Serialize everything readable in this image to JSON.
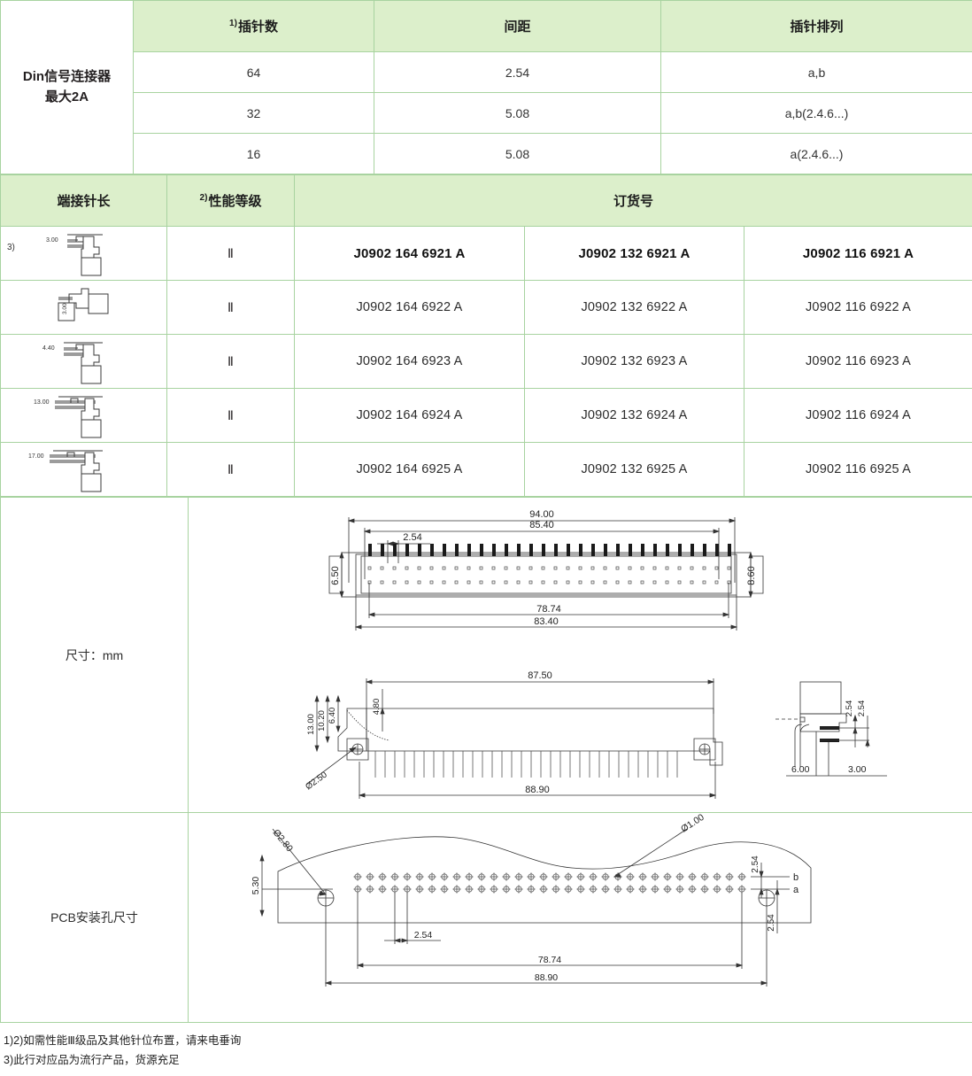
{
  "product": {
    "name_line1": "Din信号连接器",
    "name_line2": "最大2A"
  },
  "spec_table": {
    "headers": {
      "pin_count": "插针数",
      "pin_count_sup": "1)",
      "pitch": "间距",
      "arrangement": "插针排列"
    },
    "rows": [
      {
        "pin_count": "64",
        "pitch": "2.54",
        "arrangement": "a,b"
      },
      {
        "pin_count": "32",
        "pitch": "5.08",
        "arrangement": "a,b(2.4.6...)"
      },
      {
        "pin_count": "16",
        "pitch": "5.08",
        "arrangement": "a(2.4.6...)"
      }
    ]
  },
  "order_table": {
    "headers": {
      "pin_length": "端接针长",
      "grade": "性能等级",
      "grade_sup": "2)",
      "order_no": "订货号"
    },
    "rows": [
      {
        "footnote_marker": "3)",
        "pin_dim": "3.00",
        "pin_style": "short-horizontal",
        "grade": "Ⅱ",
        "orders": [
          "J0902 164 6921 A",
          "J0902 132 6921 A",
          "J0902 116 6921 A"
        ],
        "bold": true
      },
      {
        "footnote_marker": "",
        "pin_dim": "3.00",
        "pin_style": "vertical",
        "grade": "Ⅱ",
        "orders": [
          "J0902 164 6922 A",
          "J0902 132 6922 A",
          "J0902 116 6922 A"
        ],
        "bold": false
      },
      {
        "footnote_marker": "",
        "pin_dim": "4.40",
        "pin_style": "short-horizontal",
        "grade": "Ⅱ",
        "orders": [
          "J0902 164 6923 A",
          "J0902 132 6923 A",
          "J0902 116 6923 A"
        ],
        "bold": false
      },
      {
        "footnote_marker": "",
        "pin_dim": "13.00",
        "pin_style": "long-horizontal",
        "grade": "Ⅱ",
        "orders": [
          "J0902 164 6924 A",
          "J0902 132 6924 A",
          "J0902 116 6924 A"
        ],
        "bold": false
      },
      {
        "footnote_marker": "",
        "pin_dim": "17.00",
        "pin_style": "long-horizontal",
        "grade": "Ⅱ",
        "orders": [
          "J0902 164 6925 A",
          "J0902 132 6925 A",
          "J0902 116 6925 A"
        ],
        "bold": false
      }
    ]
  },
  "drawings": {
    "dimensions_label": "尺寸：mm",
    "pcb_label": "PCB安装孔尺寸",
    "front_view": {
      "overall_width": "94.00",
      "mounting_hole_span": "85.40",
      "pitch": "2.54",
      "height_left": "6.50",
      "height_right": "8.60",
      "pin_field_width": "78.74",
      "body_width": "83.40"
    },
    "side_view": {
      "top_width": "87.50",
      "bottom_width": "88.90",
      "tab_height": "4.80",
      "dim_13": "13.00",
      "dim_1020": "10.20",
      "dim_640": "6.40",
      "hole_dia": "Ø2.50"
    },
    "detail_view": {
      "pitch_upper": "2.54",
      "pitch_lower": "2.54",
      "left_offset": "6.00",
      "right_offset": "3.00"
    },
    "pcb_view": {
      "mount_hole_dia": "Ø2.80",
      "pin_hole_dia": "Ø1.00",
      "edge_distance": "5.30",
      "pitch": "2.54",
      "row_pitch_top": "2.54",
      "row_pitch_bottom": "2.54",
      "row_label_b": "b",
      "row_label_a": "a",
      "pin_field_width": "78.74",
      "overall_width": "88.90"
    }
  },
  "footnotes": {
    "line1": "1)2)如需性能Ⅲ级品及其他针位布置，请来电垂询",
    "line2": "3)此行对应品为流行产品，货源充足"
  },
  "colors": {
    "header_green": "#dcefcb",
    "border_green": "#a8d3a0",
    "text": "#231f20"
  }
}
